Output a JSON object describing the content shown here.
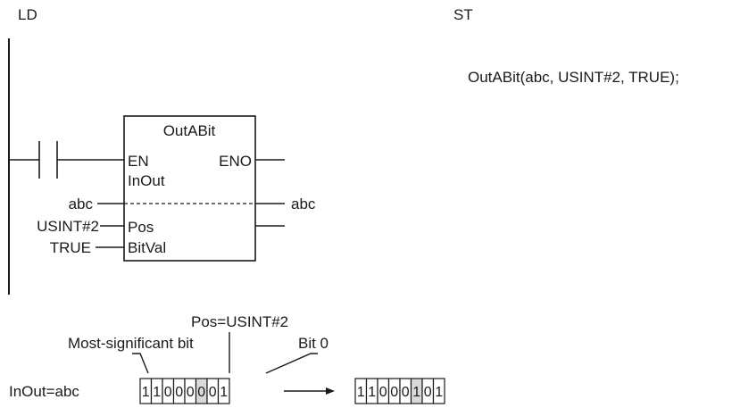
{
  "headers": {
    "ld": "LD",
    "st": "ST"
  },
  "st_code": "OutABit(abc, USINT#2, TRUE);",
  "block": {
    "name": "OutABit",
    "pins": {
      "en": "EN",
      "eno": "ENO",
      "inout": "InOut",
      "pos": "Pos",
      "bitval": "BitVal"
    },
    "inputs": {
      "inout": "abc",
      "pos": "USINT#2",
      "bitval": "TRUE"
    },
    "outputs": {
      "inout": "abc"
    }
  },
  "bit_diagram": {
    "pos_label": "Pos=USINT#2",
    "msb_label": "Most-significant bit",
    "bit0_label": "Bit 0",
    "row_label": "InOut=abc",
    "before_bits": [
      "1",
      "1",
      "0",
      "0",
      "0",
      "0",
      "0",
      "1"
    ],
    "after_bits": [
      "1",
      "1",
      "0",
      "0",
      "0",
      "1",
      "0",
      "1"
    ],
    "highlight_index": 5,
    "highlight_color": "#d9d9d9"
  }
}
